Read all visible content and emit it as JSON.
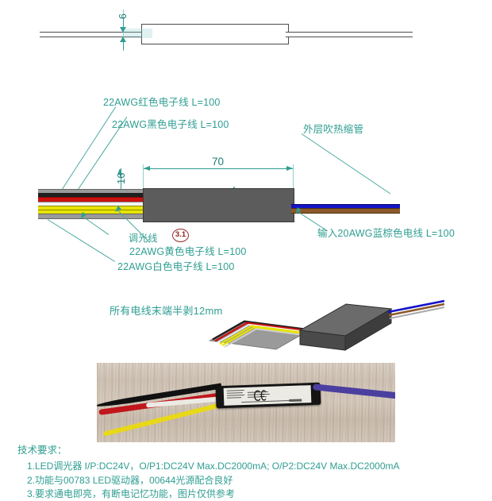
{
  "drawing": {
    "title": "LED dimmer wiring assembly drawing",
    "top_view": {
      "dimension_thickness": "6"
    },
    "main_view": {
      "dimension_length": "70",
      "dimension_height": "16",
      "balloon": "3.1",
      "labels": {
        "red_wire": "22AWG红色电子线 L=100",
        "black_wire": "22AWG黑色电子线 L=100",
        "yellow_wire": "22AWG黄色电子线 L=100",
        "white_wire": "22AWG白色电子线 L=100",
        "dim_wire": "调光线",
        "heatshrink": "外层吹热缩管",
        "input_wire": "输入20AWG蓝棕色电线 L=100"
      }
    },
    "iso_view": {
      "note": "所有电线末端半剥12mm"
    },
    "wire_colors": {
      "gray": "#9a9a9a",
      "black": "#1c1c1c",
      "red": "#cc1111",
      "white": "#f2f2f2",
      "yellow": "#e8e400",
      "blue": "#1414c8",
      "brown": "#8b5a2b",
      "body": "#5c5c5c",
      "accent": "#2f9e92",
      "balloon": "#8f2222"
    }
  },
  "notes": {
    "heading": "技术要求：",
    "lines": [
      "1.LED调光器 I/P:DC24V，O/P1:DC24V Max.DC2000mA; O/P2:DC24V Max.DC2000mA",
      "2.功能与00783 LED驱动器，00644光源配合良好",
      "3.要求通电即亮，有断电记忆功能，图片仅供参考"
    ]
  }
}
